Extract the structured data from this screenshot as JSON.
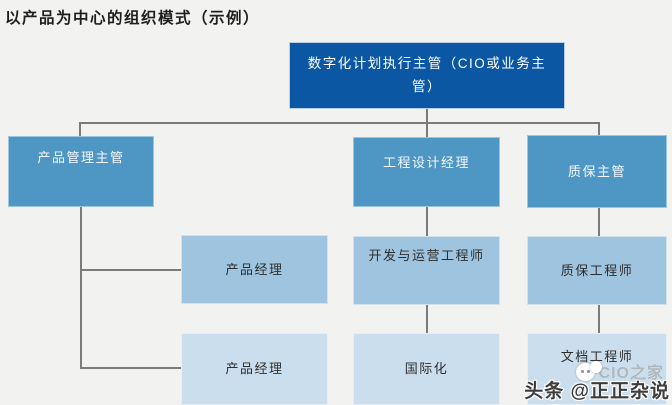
{
  "page": {
    "title": "以产品为中心的组织模式（示例）",
    "background_color": "#f2f3f0"
  },
  "org_chart": {
    "type": "org-chart",
    "nodes": [
      {
        "id": "digital-program-lead",
        "label": "数字化计划执行主管（CIO或业务主管）",
        "level": 1,
        "parent": null
      },
      {
        "id": "product-management-director",
        "label": "产品管理主管",
        "level": 2,
        "parent": "digital-program-lead"
      },
      {
        "id": "engineering-design-manager",
        "label": "工程设计经理",
        "level": 2,
        "parent": "digital-program-lead"
      },
      {
        "id": "qa-director",
        "label": "质保主管",
        "level": 2,
        "parent": "digital-program-lead"
      },
      {
        "id": "product-manager-1",
        "label": "产品经理",
        "level": 3,
        "parent": "product-management-director"
      },
      {
        "id": "devops-engineer",
        "label": "开发与运营工程师",
        "level": 3,
        "parent": "engineering-design-manager"
      },
      {
        "id": "qa-engineer",
        "label": "质保工程师",
        "level": 3,
        "parent": "qa-director"
      },
      {
        "id": "product-manager-2",
        "label": "产品经理",
        "level": 4,
        "parent": "product-management-director"
      },
      {
        "id": "internationalization",
        "label": "国际化",
        "level": 4,
        "parent": "engineering-design-manager"
      },
      {
        "id": "documentation-engineer",
        "label": "文档工程师",
        "level": 4,
        "parent": "qa-director"
      }
    ],
    "colors": {
      "level1_fill": "#0b57a4",
      "level2_fill": "#4e96c4",
      "level3_fill": "#9ec4df",
      "level4_fill": "#cbdeed",
      "level1_text": "#ffffff",
      "level2_text": "#f4f8fb",
      "lower_text": "#2e2e2e",
      "connector": "#7b7b7b",
      "background": "#f2f3f0"
    }
  },
  "watermark": {
    "source_badge": "头条 @正正杂说",
    "background_text": "CIO之家"
  }
}
